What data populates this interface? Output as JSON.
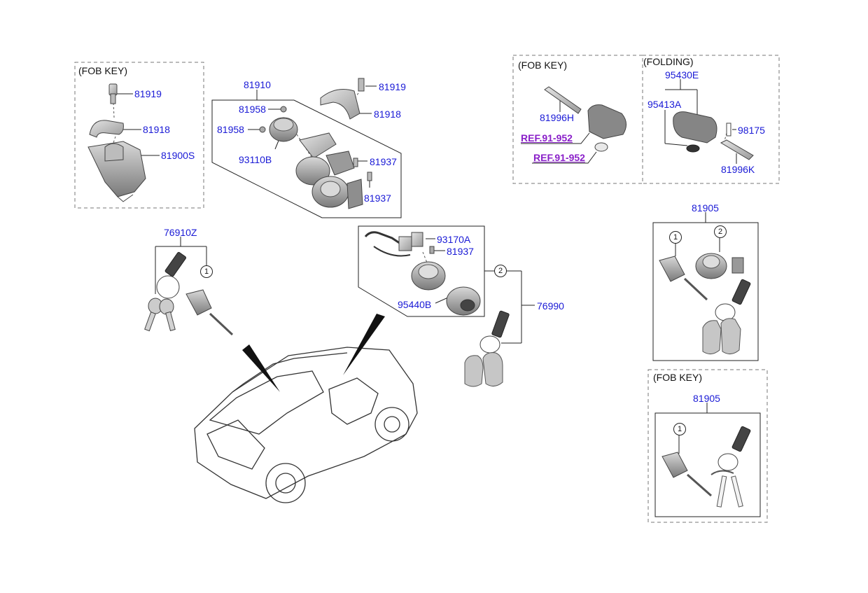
{
  "headers": {
    "fob_key_left": "(FOB KEY)",
    "fob_key_top_right": "(FOB KEY)",
    "folding": "(FOLDING)",
    "fob_key_bottom_right": "(FOB KEY)"
  },
  "parts": {
    "p81919_a": "81919",
    "p81918_a": "81918",
    "p81900S": "81900S",
    "p81910": "81910",
    "p81958_a": "81958",
    "p81958_b": "81958",
    "p93110B": "93110B",
    "p81919_b": "81919",
    "p81918_b": "81918",
    "p81937_a": "81937",
    "p81937_b": "81937",
    "p76910Z": "76910Z",
    "p93170A": "93170A",
    "p81937_c": "81937",
    "p95440B": "95440B",
    "p76990": "76990",
    "p81996H": "81996H",
    "p95430E": "95430E",
    "p95413A": "95413A",
    "p98175": "98175",
    "p81996K": "81996K",
    "p81905_a": "81905",
    "p81905_b": "81905"
  },
  "refs": {
    "ref1": "REF.91-952",
    "ref2": "REF.91-952"
  },
  "callouts": {
    "c1_a": "1",
    "c2_a": "2",
    "c1_b": "1",
    "c2_b": "2",
    "c1_c": "1"
  },
  "colors": {
    "label": "#1a1ad6",
    "reference": "#8a1fc9",
    "line": "#222222",
    "part_fill": "#c8c8c8"
  }
}
